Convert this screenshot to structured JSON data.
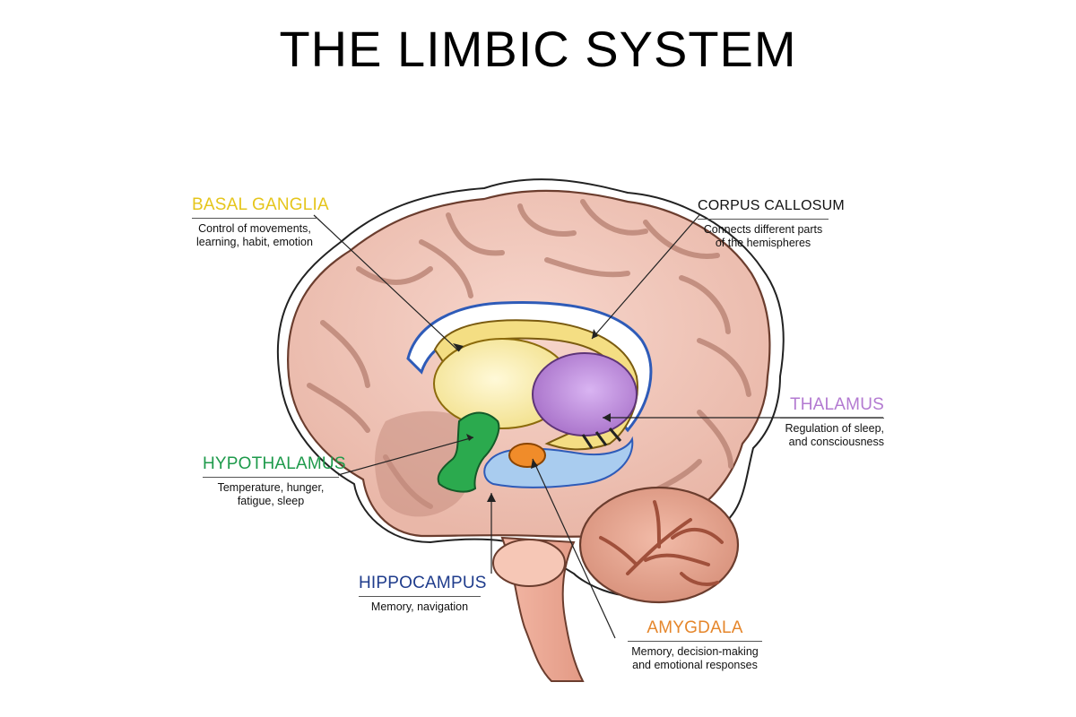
{
  "title": "THE LIMBIC SYSTEM",
  "colors": {
    "basal_ganglia": "#E5C51B",
    "corpus_callosum": "#111111",
    "thalamus": "#B37AD1",
    "hypothalamus": "#1E9A4B",
    "hippocampus": "#1F3C8C",
    "amygdala": "#E5862B"
  },
  "labels": {
    "basal_ganglia": {
      "name": "BASAL GANGLIA",
      "desc1": "Control of movements,",
      "desc2": "learning, habit, emotion"
    },
    "corpus_callosum": {
      "name": "CORPUS CALLOSUM",
      "desc1": "Connects different parts",
      "desc2": "of the hemispheres"
    },
    "thalamus": {
      "name": "THALAMUS",
      "desc1": "Regulation of sleep,",
      "desc2": "and consciousness"
    },
    "hypothalamus": {
      "name": "HYPOTHALAMUS",
      "desc1": "Temperature, hunger,",
      "desc2": "fatigue, sleep"
    },
    "hippocampus": {
      "name": "HIPPOCAMPUS",
      "desc1": "Memory, navigation"
    },
    "amygdala": {
      "name": "AMYGDALA",
      "desc1": "Memory, decision-making",
      "desc2": "and emotional responses"
    }
  }
}
